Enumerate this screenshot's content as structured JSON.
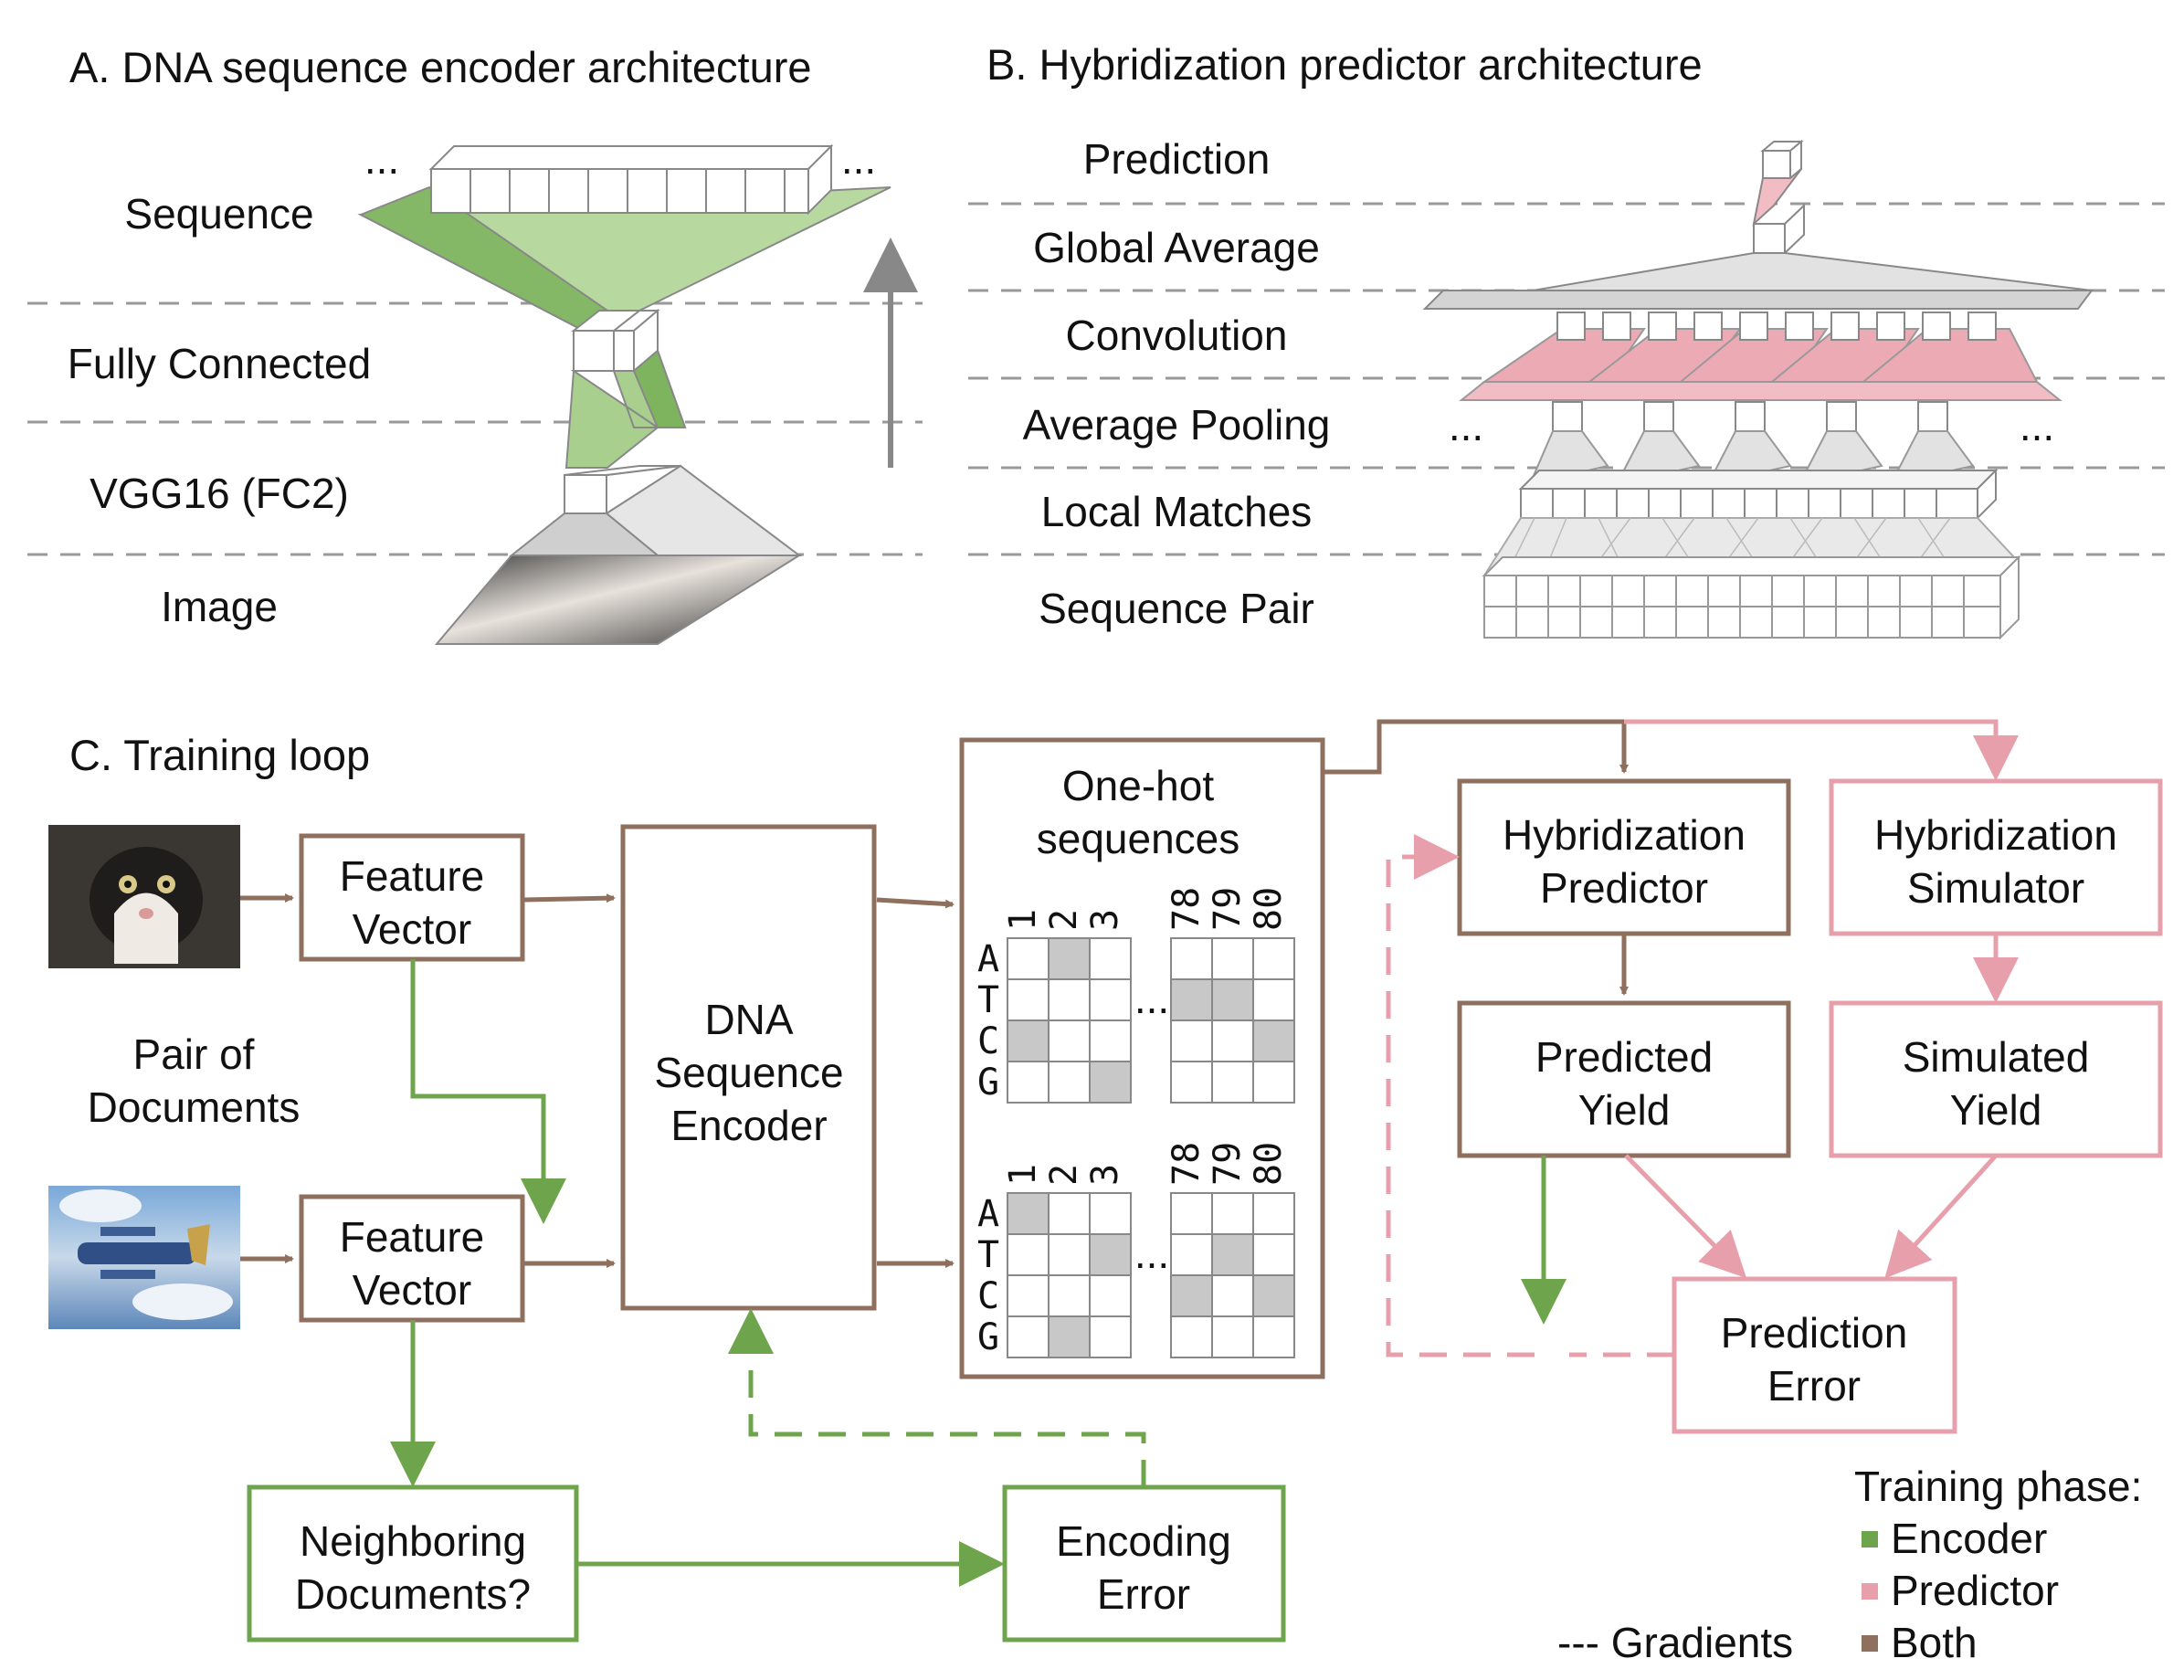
{
  "panels": {
    "a": {
      "title": "A. DNA sequence encoder architecture",
      "layers": [
        "Sequence",
        "Fully Connected",
        "VGG16 (FC2)",
        "Image"
      ],
      "ellipsis": "..."
    },
    "b": {
      "title": "B. Hybridization predictor architecture",
      "layers": [
        "Prediction",
        "Global Average",
        "Convolution",
        "Average Pooling",
        "Local Matches",
        "Sequence Pair"
      ],
      "ellipsis": "..."
    },
    "c": {
      "title": "C. Training loop",
      "pair_label": "Pair of\nDocuments",
      "feature_vector": [
        "Feature",
        "Vector"
      ],
      "encoder": [
        "DNA",
        "Sequence",
        "Encoder"
      ],
      "onehot": [
        "One-hot",
        "sequences"
      ],
      "bases": [
        "A",
        "T",
        "C",
        "G"
      ],
      "positions_left": [
        "1",
        "2",
        "3"
      ],
      "positions_right": [
        "78",
        "79",
        "80"
      ],
      "dots": "...",
      "hyb_predictor": [
        "Hybridization",
        "Predictor"
      ],
      "hyb_simulator": [
        "Hybridization",
        "Simulator"
      ],
      "predicted_yield": [
        "Predicted",
        "Yield"
      ],
      "simulated_yield": [
        "Simulated",
        "Yield"
      ],
      "prediction_error": [
        "Prediction",
        "Error"
      ],
      "neighboring": [
        "Neighboring",
        "Documents?"
      ],
      "encoding_error": [
        "Encoding",
        "Error"
      ]
    }
  },
  "legend": {
    "title": "Training phase:",
    "items": [
      {
        "label": "Encoder",
        "color": "#6ea54c"
      },
      {
        "label": "Predictor",
        "color": "#e7a0ab"
      },
      {
        "label": "Both",
        "color": "#8f6f5d"
      }
    ],
    "gradients": "--- Gradients"
  },
  "colors": {
    "both": "#8f6f5d",
    "encoder": "#6ea54c",
    "predictor": "#e7a0ab",
    "green_fill": "#a9cf8e",
    "pink_fill": "#f2bcc4",
    "gray_fill": "#dcdcdc"
  }
}
